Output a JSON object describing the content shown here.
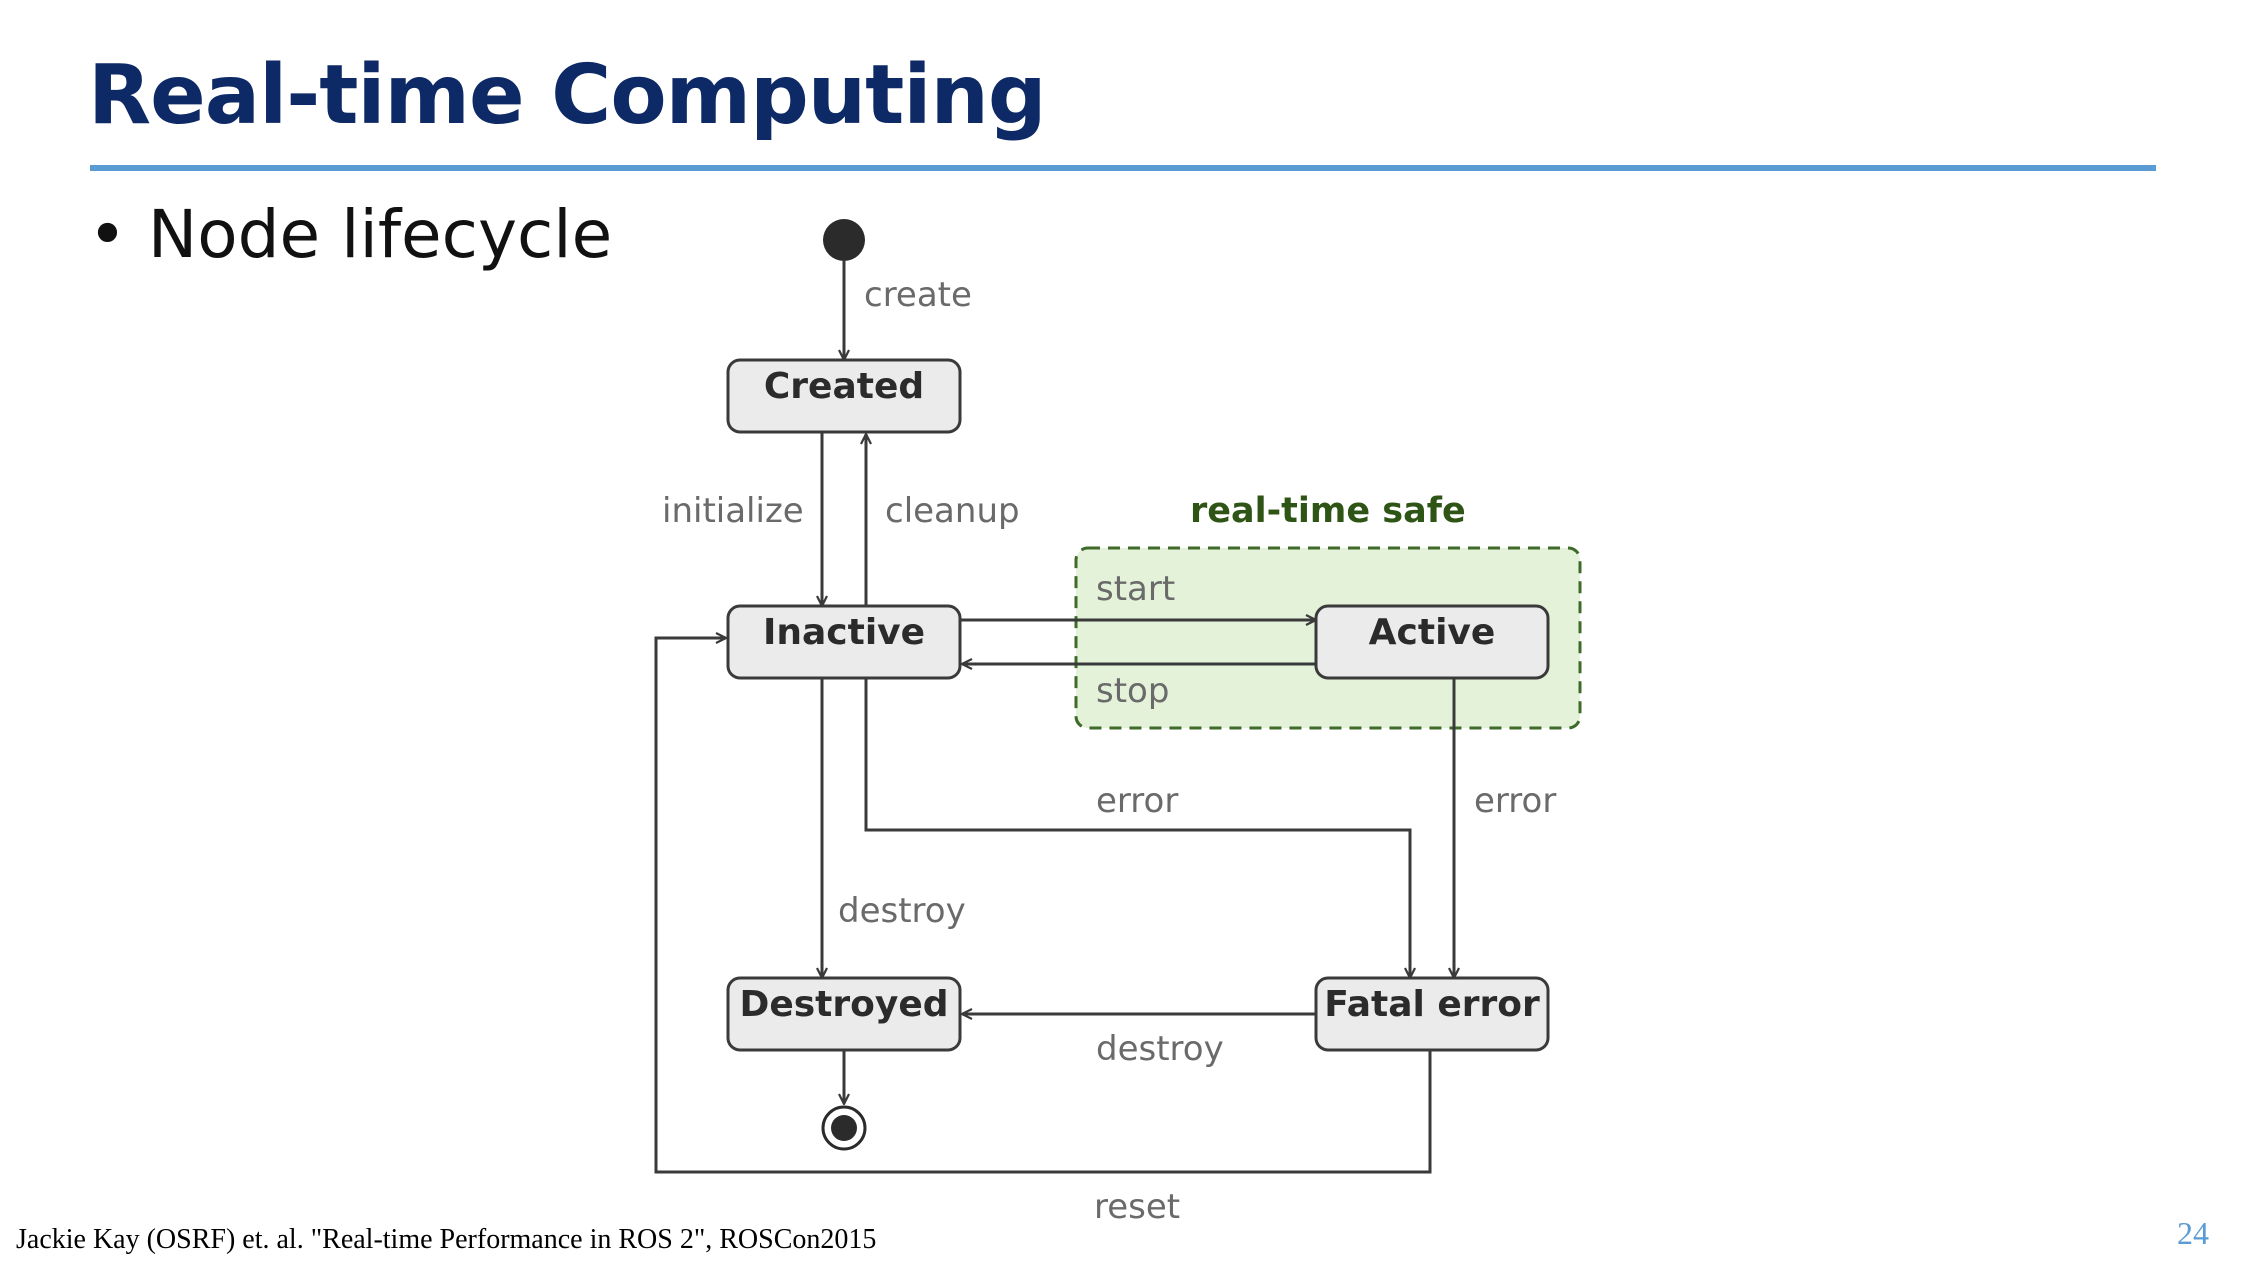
{
  "slide": {
    "title": "Real-time Computing",
    "bullet": "• Node lifecycle",
    "citation": "Jackie Kay (OSRF) et. al. \"Real-time Performance in ROS 2\", ROSCon2015",
    "page_number": "24"
  },
  "diagram": {
    "region_label": "real-time safe",
    "region_color": "#e4f2d9",
    "states": {
      "created": "Created",
      "inactive": "Inactive",
      "active": "Active",
      "destroyed": "Destroyed",
      "fatal": "Fatal error"
    },
    "transitions": {
      "create": "create",
      "initialize": "initialize",
      "cleanup": "cleanup",
      "start": "start",
      "stop": "stop",
      "error_inactive": "error",
      "error_active": "error",
      "destroy_inactive": "destroy",
      "destroy_fatal": "destroy",
      "reset": "reset"
    }
  }
}
